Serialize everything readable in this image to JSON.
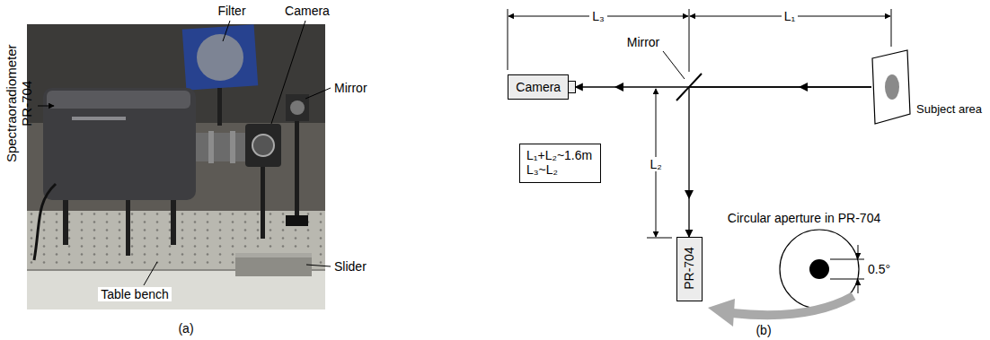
{
  "diagram": {
    "nodes": [
      {
        "text": [
          "Camera"
        ]
      },
      {
        "text": [
          "L₁+L₂~1.6m",
          "L₃~L₂"
        ]
      },
      {
        "text": [
          "Subject area"
        ]
      },
      {
        "text": [
          "PR-704"
        ]
      }
    ],
    "edges": [
      {
        "from": 2,
        "to": 0,
        "arrow": "to"
      },
      {
        "from": 2,
        "to": 3,
        "arrow": "to"
      }
    ],
    "labels": [
      "Filter",
      "Camera",
      "Spectraoradiometer PR-704",
      "Mirror",
      "Slider",
      "Table bench",
      "(a)",
      "L₃",
      "L₁",
      "Mirror",
      "L₂",
      "Circular aperture in PR-704",
      "0.5°",
      "(b)"
    ]
  }
}
